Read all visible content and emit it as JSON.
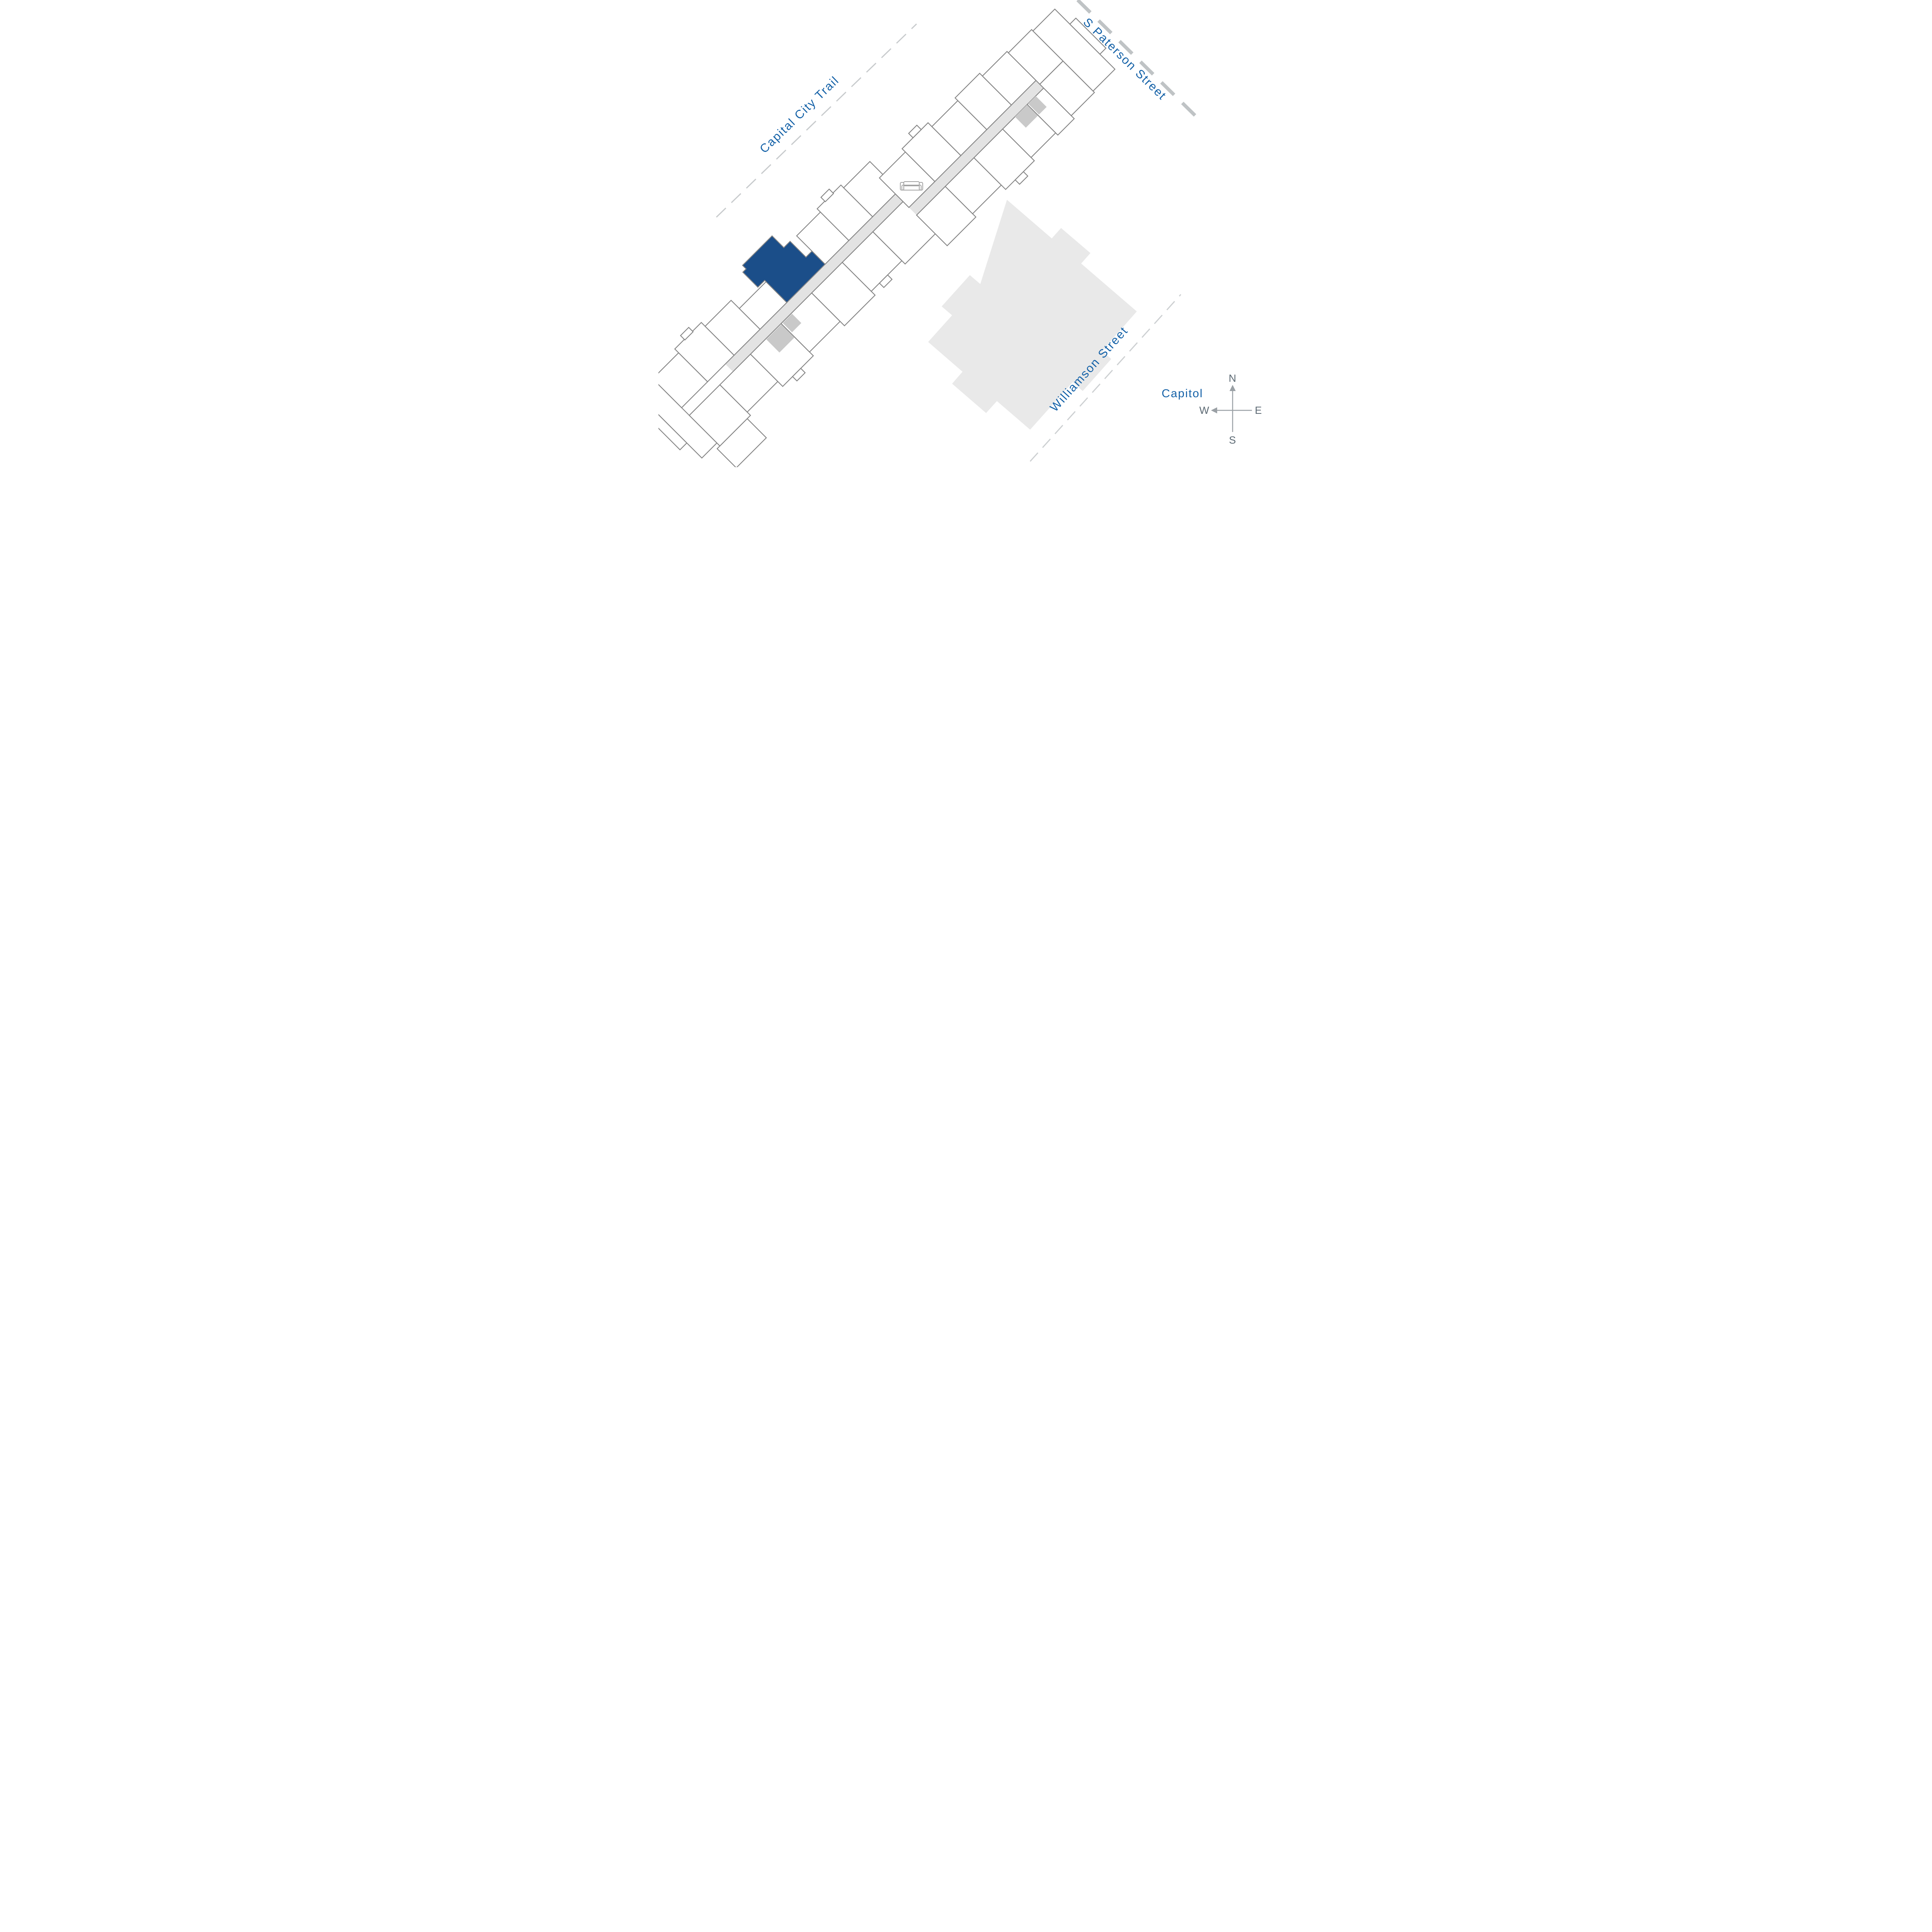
{
  "labels": {
    "capital_city_trail": "Capital City Trail",
    "s_paterson_street": "S Paterson Street",
    "williamson_street": "Williamson Street",
    "capitol": "Capitol"
  },
  "compass": {
    "north": "N",
    "east": "E",
    "south": "S",
    "west": "W"
  },
  "colors": {
    "background": "#ffffff",
    "label_blue": "#1562a8",
    "highlight_unit_blue": "#1b4e89",
    "unit_stroke_gray": "#848484",
    "corridor_gray": "#e3e3e3",
    "service_core_gray": "#c9c9c9",
    "amenity_gray": "#cdcdcd",
    "neighbor_building_gray": "#e9e9e9",
    "trail_dash_gray": "#c8cbcd",
    "paterson_dash_gray": "#bfc3c5",
    "williamson_dash_gray": "#cdd0d2",
    "compass_text_gray": "#5d6a74",
    "compass_line_gray": "#9aa0a5"
  }
}
